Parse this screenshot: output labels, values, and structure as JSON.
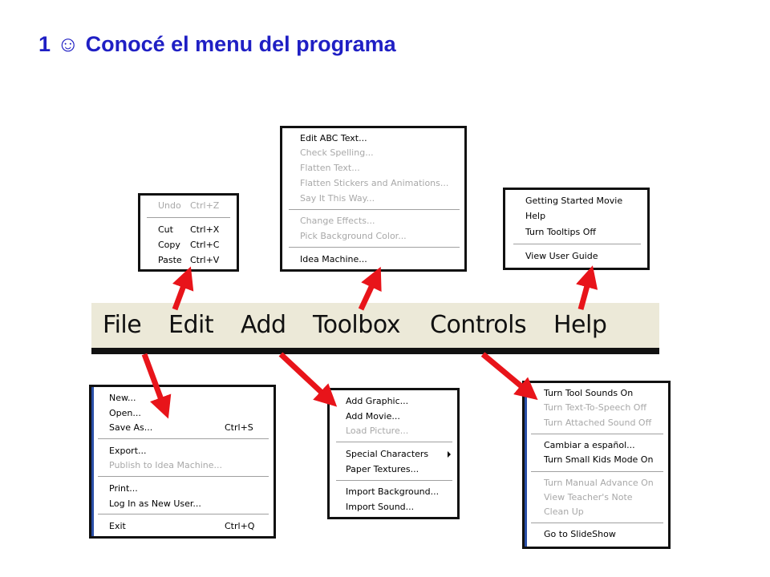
{
  "slide": {
    "number": "1",
    "smiley": "☺",
    "title": "Conocé el menu del programa"
  },
  "menubar": {
    "items": [
      "File",
      "Edit",
      "Add",
      "Toolbox",
      "Controls",
      "Help"
    ]
  },
  "edit_menu": {
    "items": [
      {
        "label": "Undo",
        "shortcut": "Ctrl+Z",
        "disabled": true
      },
      {
        "label": "Cut",
        "shortcut": "Ctrl+X",
        "disabled": false
      },
      {
        "label": "Copy",
        "shortcut": "Ctrl+C",
        "disabled": false
      },
      {
        "label": "Paste",
        "shortcut": "Ctrl+V",
        "disabled": false
      }
    ]
  },
  "toolbox_menu": {
    "items": [
      {
        "label": "Edit ABC Text...",
        "disabled": false
      },
      {
        "label": "Check Spelling...",
        "disabled": true
      },
      {
        "label": "Flatten Text...",
        "disabled": true
      },
      {
        "label": "Flatten Stickers and Animations...",
        "disabled": true
      },
      {
        "label": "Say It This Way...",
        "disabled": true
      },
      {
        "label": "Change Effects...",
        "disabled": true
      },
      {
        "label": "Pick Background Color...",
        "disabled": true
      },
      {
        "label": "Idea Machine...",
        "disabled": false
      }
    ]
  },
  "help_menu": {
    "items": [
      {
        "label": "Getting Started Movie",
        "disabled": false
      },
      {
        "label": "Help",
        "disabled": false
      },
      {
        "label": "Turn Tooltips Off",
        "disabled": false
      },
      {
        "label": "View User Guide",
        "disabled": false
      }
    ]
  },
  "file_menu": {
    "items": [
      {
        "label": "New...",
        "shortcut": "",
        "disabled": false
      },
      {
        "label": "Open...",
        "shortcut": "",
        "disabled": false
      },
      {
        "label": "Save As...",
        "shortcut": "Ctrl+S",
        "disabled": false
      },
      {
        "label": "Export...",
        "shortcut": "",
        "disabled": false
      },
      {
        "label": "Publish to Idea Machine...",
        "shortcut": "",
        "disabled": true
      },
      {
        "label": "Print...",
        "shortcut": "",
        "disabled": false
      },
      {
        "label": "Log In as New User...",
        "shortcut": "",
        "disabled": false
      },
      {
        "label": "Exit",
        "shortcut": "Ctrl+Q",
        "disabled": false
      }
    ]
  },
  "add_menu": {
    "items": [
      {
        "label": "Add Graphic...",
        "disabled": false
      },
      {
        "label": "Add Movie...",
        "disabled": false
      },
      {
        "label": "Load Picture...",
        "disabled": true
      },
      {
        "label": "Special Characters",
        "disabled": false,
        "submenu": true
      },
      {
        "label": "Paper Textures...",
        "disabled": false
      },
      {
        "label": "Import Background...",
        "disabled": false
      },
      {
        "label": "Import Sound...",
        "disabled": false
      }
    ]
  },
  "controls_menu": {
    "items": [
      {
        "label": "Turn Tool Sounds On",
        "disabled": false
      },
      {
        "label": "Turn Text-To-Speech Off",
        "disabled": true
      },
      {
        "label": "Turn Attached Sound Off",
        "disabled": true
      },
      {
        "label": "Cambiar a español...",
        "disabled": false
      },
      {
        "label": "Turn Small Kids Mode On",
        "disabled": false
      },
      {
        "label": "Turn Manual Advance On",
        "disabled": true
      },
      {
        "label": "View Teacher's Note",
        "disabled": true
      },
      {
        "label": "Clean Up",
        "disabled": true
      },
      {
        "label": "Go to SlideShow",
        "disabled": false
      }
    ]
  },
  "colors": {
    "title": "#1f1fc4",
    "arrow": "#e8141a",
    "menubar_bg": "#ece9d8",
    "disabled_text": "#a8a8a8"
  }
}
